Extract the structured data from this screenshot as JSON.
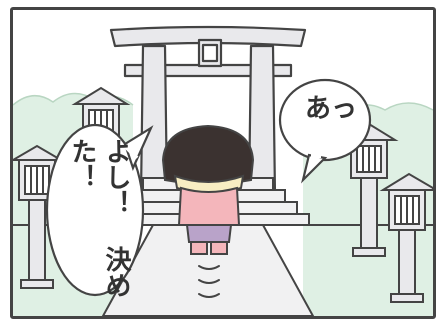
{
  "speech": {
    "left_bubble": {
      "lines": [
        "よし！",
        "決めた！"
      ]
    },
    "right_bubble": {
      "text": "あっ"
    }
  },
  "colors": {
    "outline": "#444444",
    "bushes": "#dff0e4",
    "torii": "#e9e9ec",
    "path": "#f1f1f2",
    "hair": "#3b3230",
    "jacket": "#f4b6bb",
    "pants": "#b9a3c9",
    "scarf": "#f7eec3",
    "lantern_window": "#ffffff"
  }
}
